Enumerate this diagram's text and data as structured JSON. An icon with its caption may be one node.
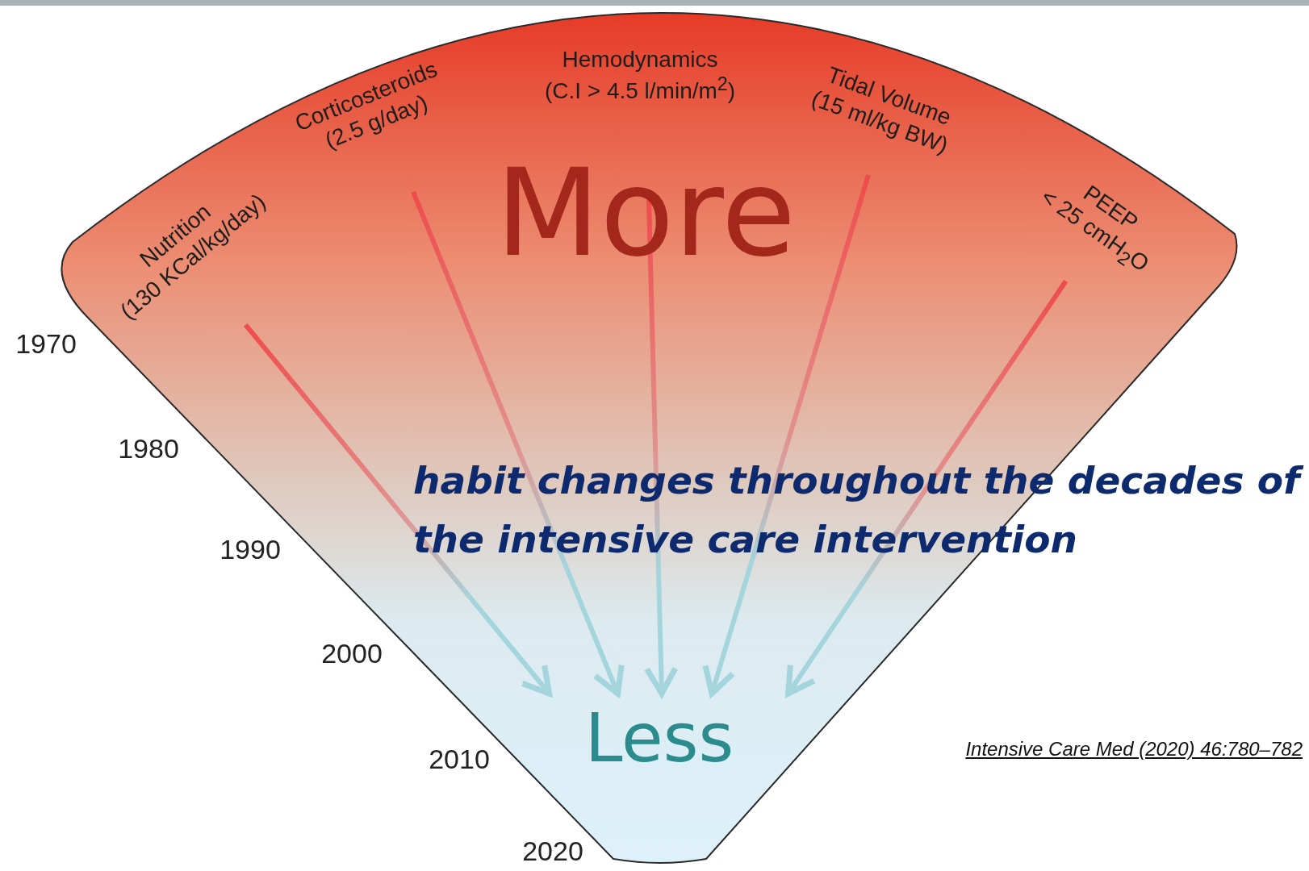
{
  "diagram": {
    "nodes": [
      {
        "text": [
          "More"
        ]
      },
      {
        "text": [
          "Nutrition",
          "(130 KCal/kg/day)"
        ],
        "in": 0
      },
      {
        "text": [
          "Corticosteroids",
          "(2.5 g/day)"
        ],
        "in": 0
      },
      {
        "text": [
          "Hemodynamics",
          "(C.I > 4.5 l/min/m$^{2}$)"
        ],
        "in": 0
      },
      {
        "text": [
          "Tidal Volume",
          "(15 ml/kg BW)"
        ],
        "in": 0
      },
      {
        "text": [
          "PEEP",
          "< 25 cmH$_{2}$O"
        ],
        "in": 0
      },
      {
        "text": [
          "Less"
        ],
        "in": 0
      }
    ],
    "edges": [
      {
        "from": 1,
        "to": 6,
        "arrow": "to"
      },
      {
        "from": 2,
        "to": 6,
        "arrow": "to"
      },
      {
        "from": 3,
        "to": 6,
        "arrow": "to"
      },
      {
        "from": 4,
        "to": 6,
        "arrow": "to"
      },
      {
        "from": 5,
        "to": 6,
        "arrow": "to"
      }
    ],
    "labels": [
      "1970",
      "1980",
      "1990",
      "2000",
      "2010",
      "2020",
      "habit changes throughout the decades of the intensive care intervention",
      "Intensive Care Med (2020) 46:780–782"
    ]
  }
}
